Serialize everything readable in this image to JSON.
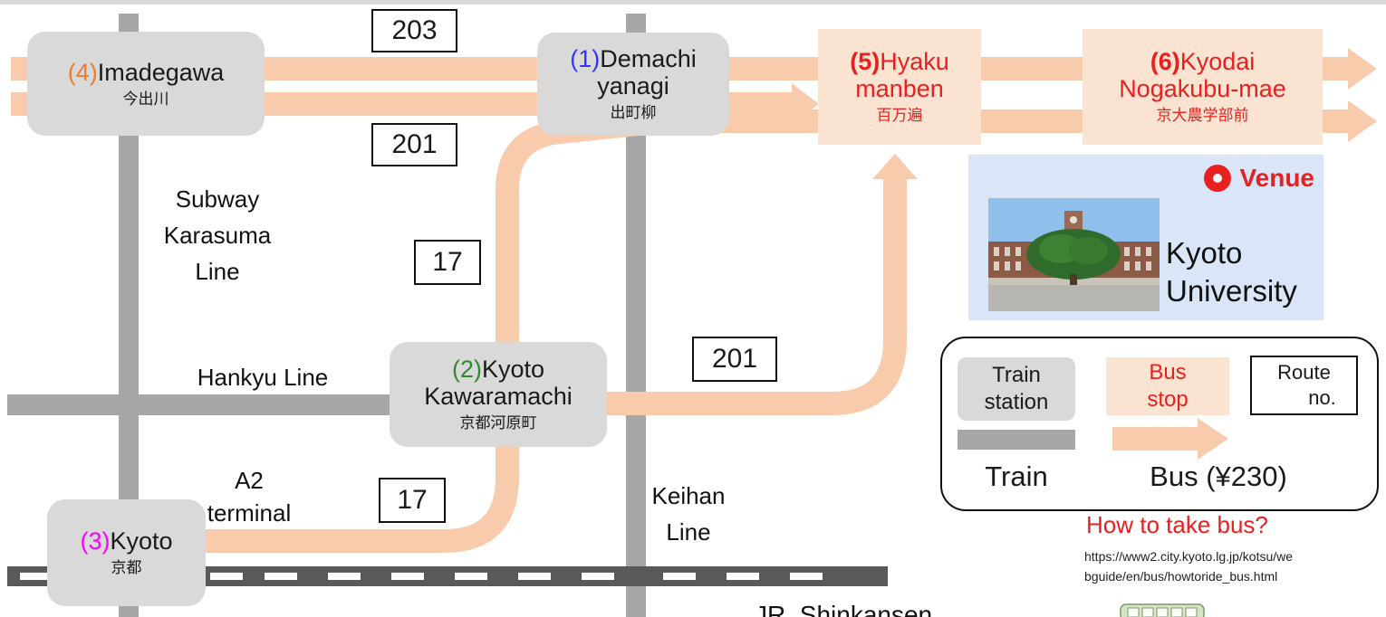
{
  "colors": {
    "train_line": "#a6a6a6",
    "bus_route": "#f8cbad",
    "station_fill": "#d9d9d9",
    "bus_stop_fill": "#fbe3d1",
    "bus_stop_text": "#e8201f",
    "venue_fill": "#dae6f7"
  },
  "stations": {
    "demachi": {
      "num": "(1)",
      "num_color": "#3333ff",
      "line1": "Demachi",
      "line2": "yanagi",
      "jp": "出町柳"
    },
    "kawaramachi": {
      "num": "(2)",
      "num_color": "#2e8b2e",
      "line1": "Kyoto",
      "line2": "Kawaramachi",
      "jp": "京都河原町"
    },
    "kyoto": {
      "num": "(3)",
      "num_color": "#ff00ff",
      "line1": "Kyoto",
      "jp": "京都"
    },
    "imadegawa": {
      "num": "(4)",
      "num_color": "#ed7d31",
      "line1": "Imadegawa",
      "jp": "今出川"
    }
  },
  "bus_stops": {
    "hyakumanben": {
      "num": "(5)",
      "line1": "Hyaku",
      "line2": "manben",
      "jp": "百万遍"
    },
    "kyodai": {
      "num": "(6)",
      "line1": "Kyodai",
      "line2": "Nogakubu-mae",
      "jp": "京大農学部前"
    }
  },
  "routes": {
    "r203": "203",
    "r201_top": "201",
    "r17_upper": "17",
    "r201_mid": "201",
    "r17_lower": "17"
  },
  "lines": {
    "subway": [
      "Subway",
      "Karasuma",
      "Line"
    ],
    "hankyu": "Hankyu Line",
    "keihan": [
      "Keihan",
      "Line"
    ],
    "a2": [
      "A2",
      "terminal"
    ],
    "jr": "JR, Shinkansen"
  },
  "venue": {
    "title": "Venue",
    "name_line1": "Kyoto",
    "name_line2": "University"
  },
  "legend": {
    "station_line1": "Train",
    "station_line2": "station",
    "stop_line1": "Bus",
    "stop_line2": "stop",
    "route_line1": "Route",
    "route_line2": "no.",
    "train": "Train",
    "bus": "Bus (¥230)"
  },
  "howto": {
    "title": "How to take bus?",
    "url_line1": "https://www2.city.kyoto.lg.jp/kotsu/we",
    "url_line2": "bguide/en/bus/howtoride_bus.html"
  }
}
